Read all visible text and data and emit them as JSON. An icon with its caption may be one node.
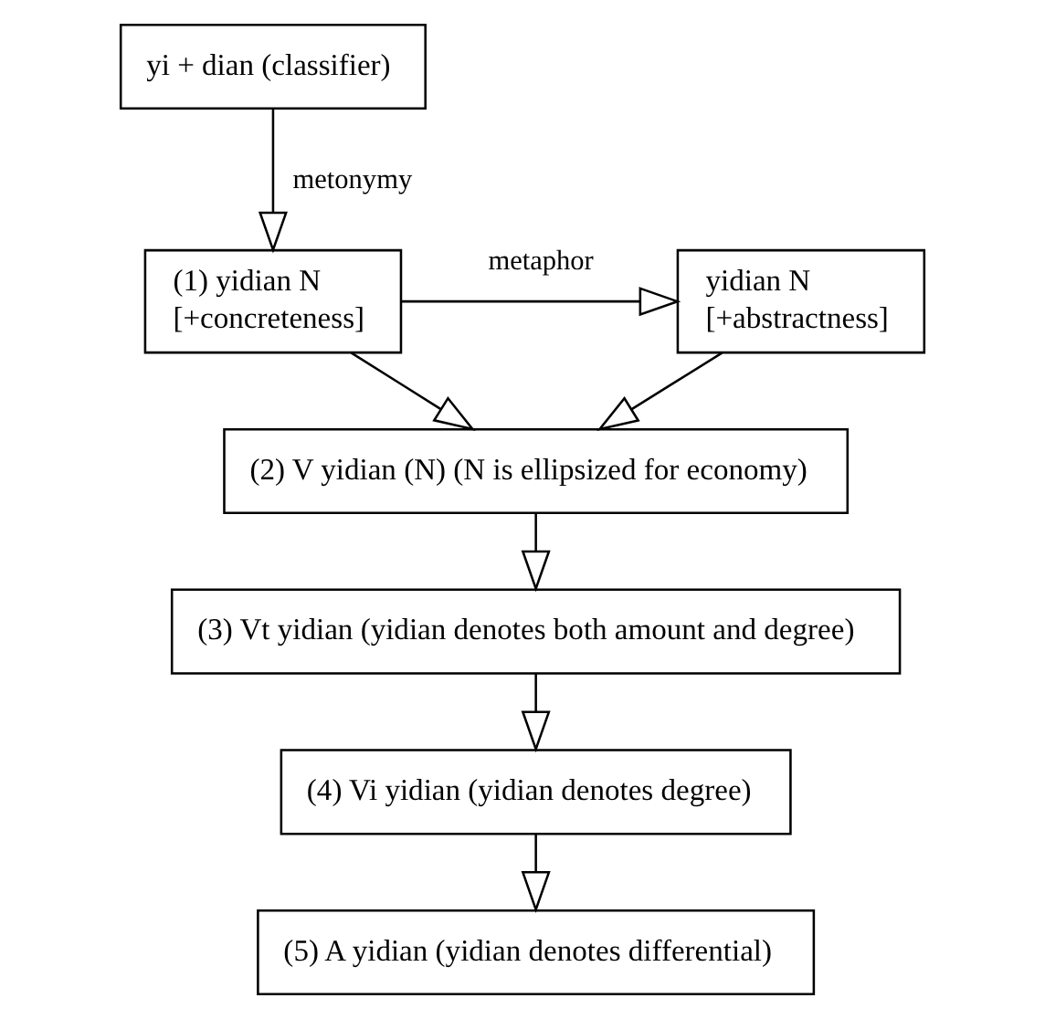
{
  "diagram": {
    "nodes": [
      {
        "text": [
          "yi + dian (classifier)"
        ]
      },
      {
        "text": [
          "(1) yidian N",
          "[+concreteness]"
        ]
      },
      {
        "text": [
          "yidian N",
          "[+abstractness]"
        ]
      },
      {
        "text": [
          "(2) V yidian (N) (N is ellipsized for economy)"
        ]
      },
      {
        "text": [
          "(3) Vt yidian (yidian denotes both amount and degree)"
        ]
      },
      {
        "text": [
          "(4) Vi yidian (yidian denotes degree)"
        ]
      },
      {
        "text": [
          "(5) A yidian (yidian denotes differential)"
        ]
      }
    ],
    "edges": [
      {
        "from": 0,
        "to": 1,
        "arrow": "to",
        "label": "metonymy"
      },
      {
        "from": 1,
        "to": 2,
        "arrow": "to",
        "label": "metaphor"
      },
      {
        "from": 1,
        "to": 3,
        "arrow": "to"
      },
      {
        "from": 2,
        "to": 3,
        "arrow": "to"
      },
      {
        "from": 3,
        "to": 4,
        "arrow": "to"
      },
      {
        "from": 4,
        "to": 5,
        "arrow": "to"
      },
      {
        "from": 5,
        "to": 6,
        "arrow": "to"
      }
    ]
  }
}
